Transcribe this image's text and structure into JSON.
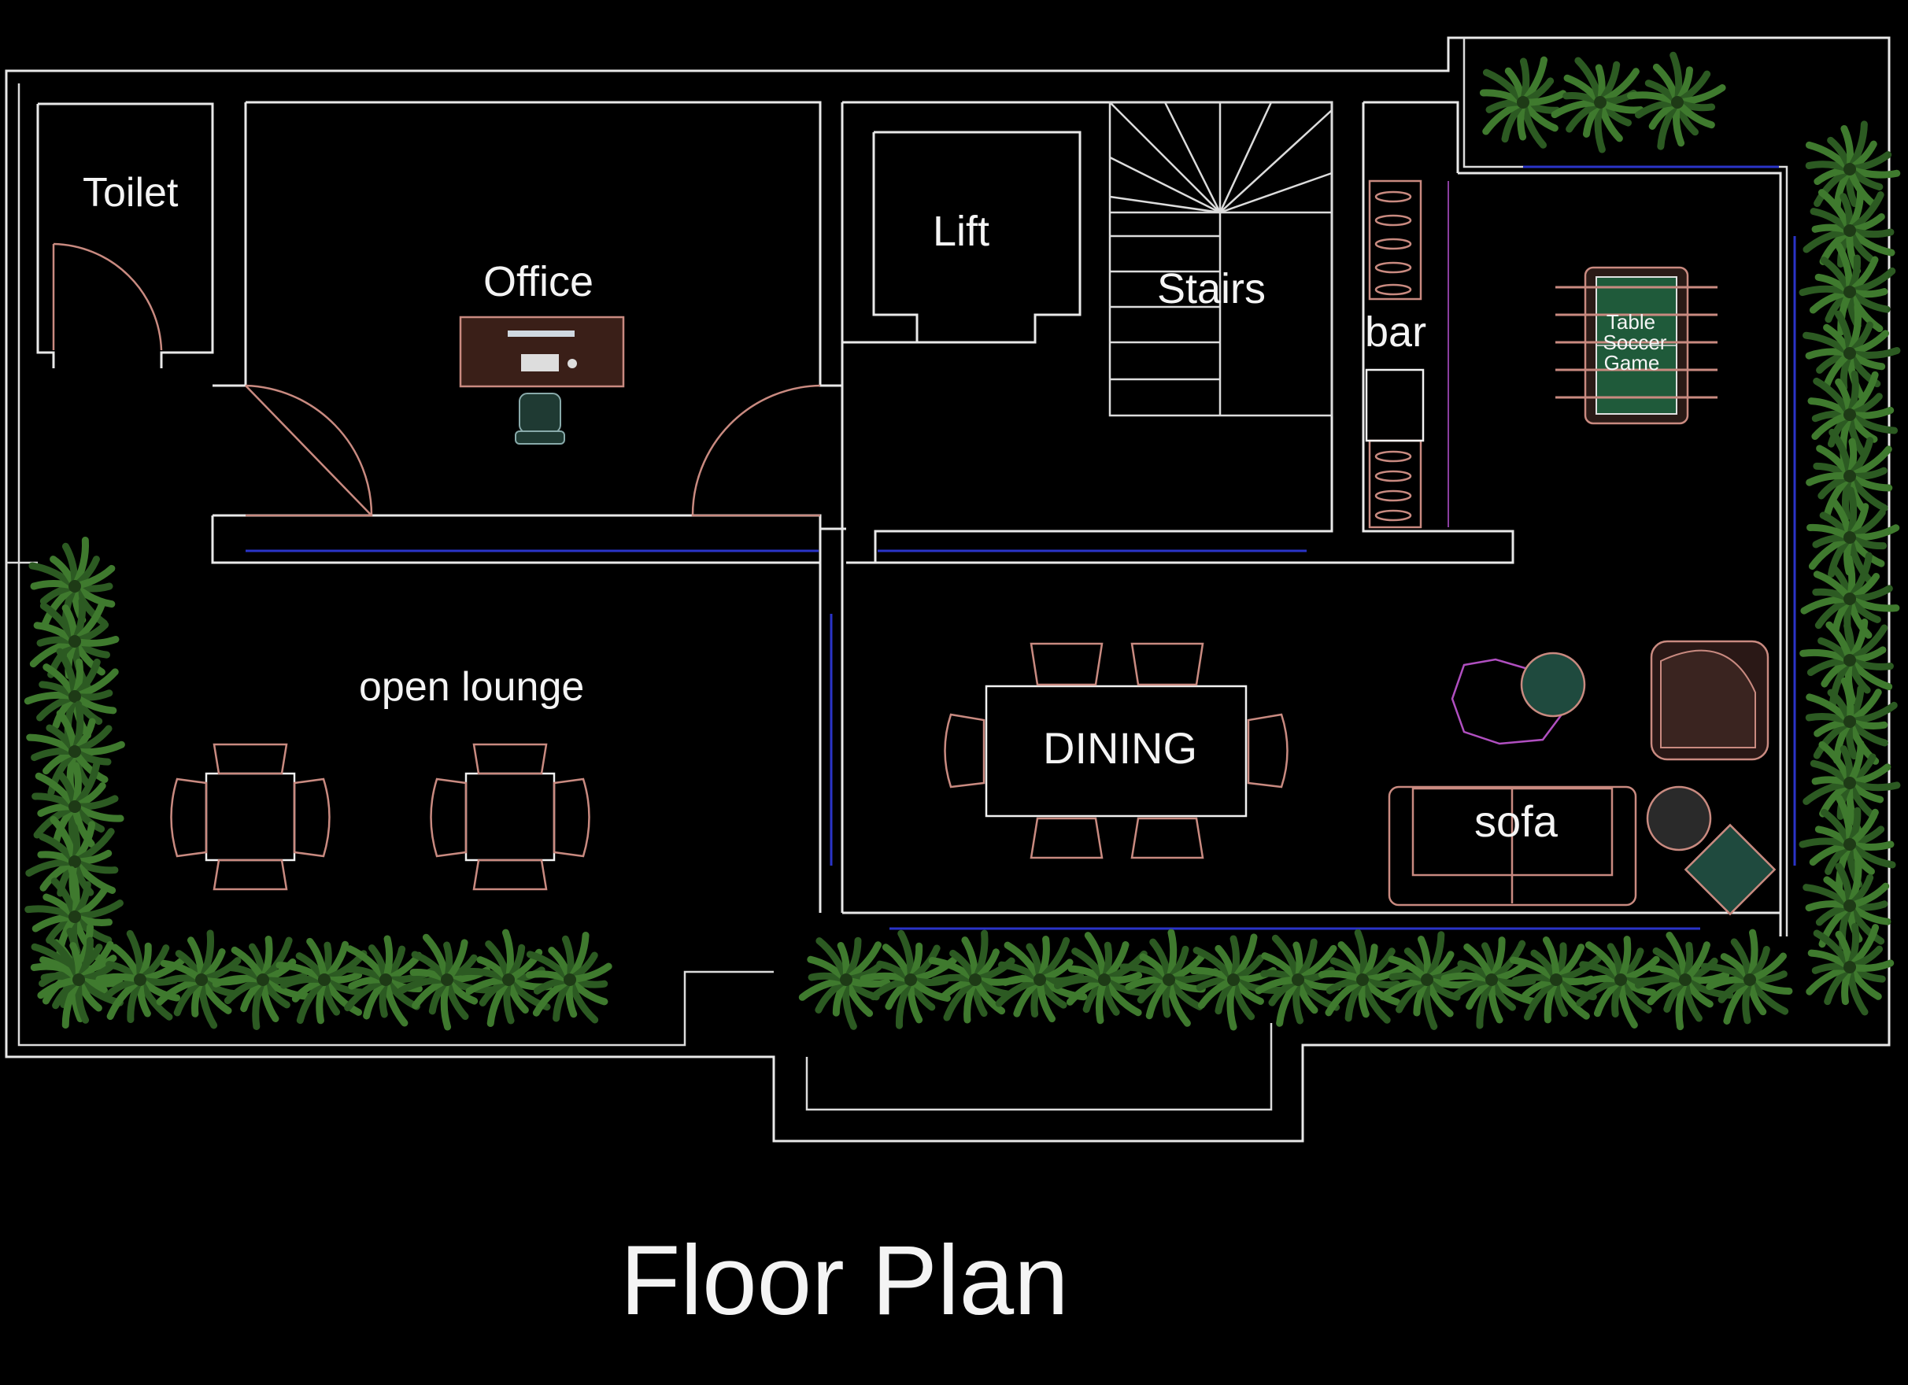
{
  "diagram": {
    "title": "Floor Plan",
    "rooms": {
      "toilet": "Toilet",
      "office": "Office",
      "lift": "Lift",
      "stairs": "Stairs",
      "bar": "bar",
      "table_soccer": [
        "Table",
        "Soccer",
        "Game"
      ],
      "open_lounge": "open lounge",
      "dining": "DINING",
      "sofa": "sofa"
    }
  },
  "colors": {
    "background": "#000000",
    "walls": "#e9e9e9",
    "glass": "#2a34c8",
    "furniture": "#c98a80",
    "plants": "#3f7a2e",
    "soccer_field": "#1f5a3a"
  }
}
